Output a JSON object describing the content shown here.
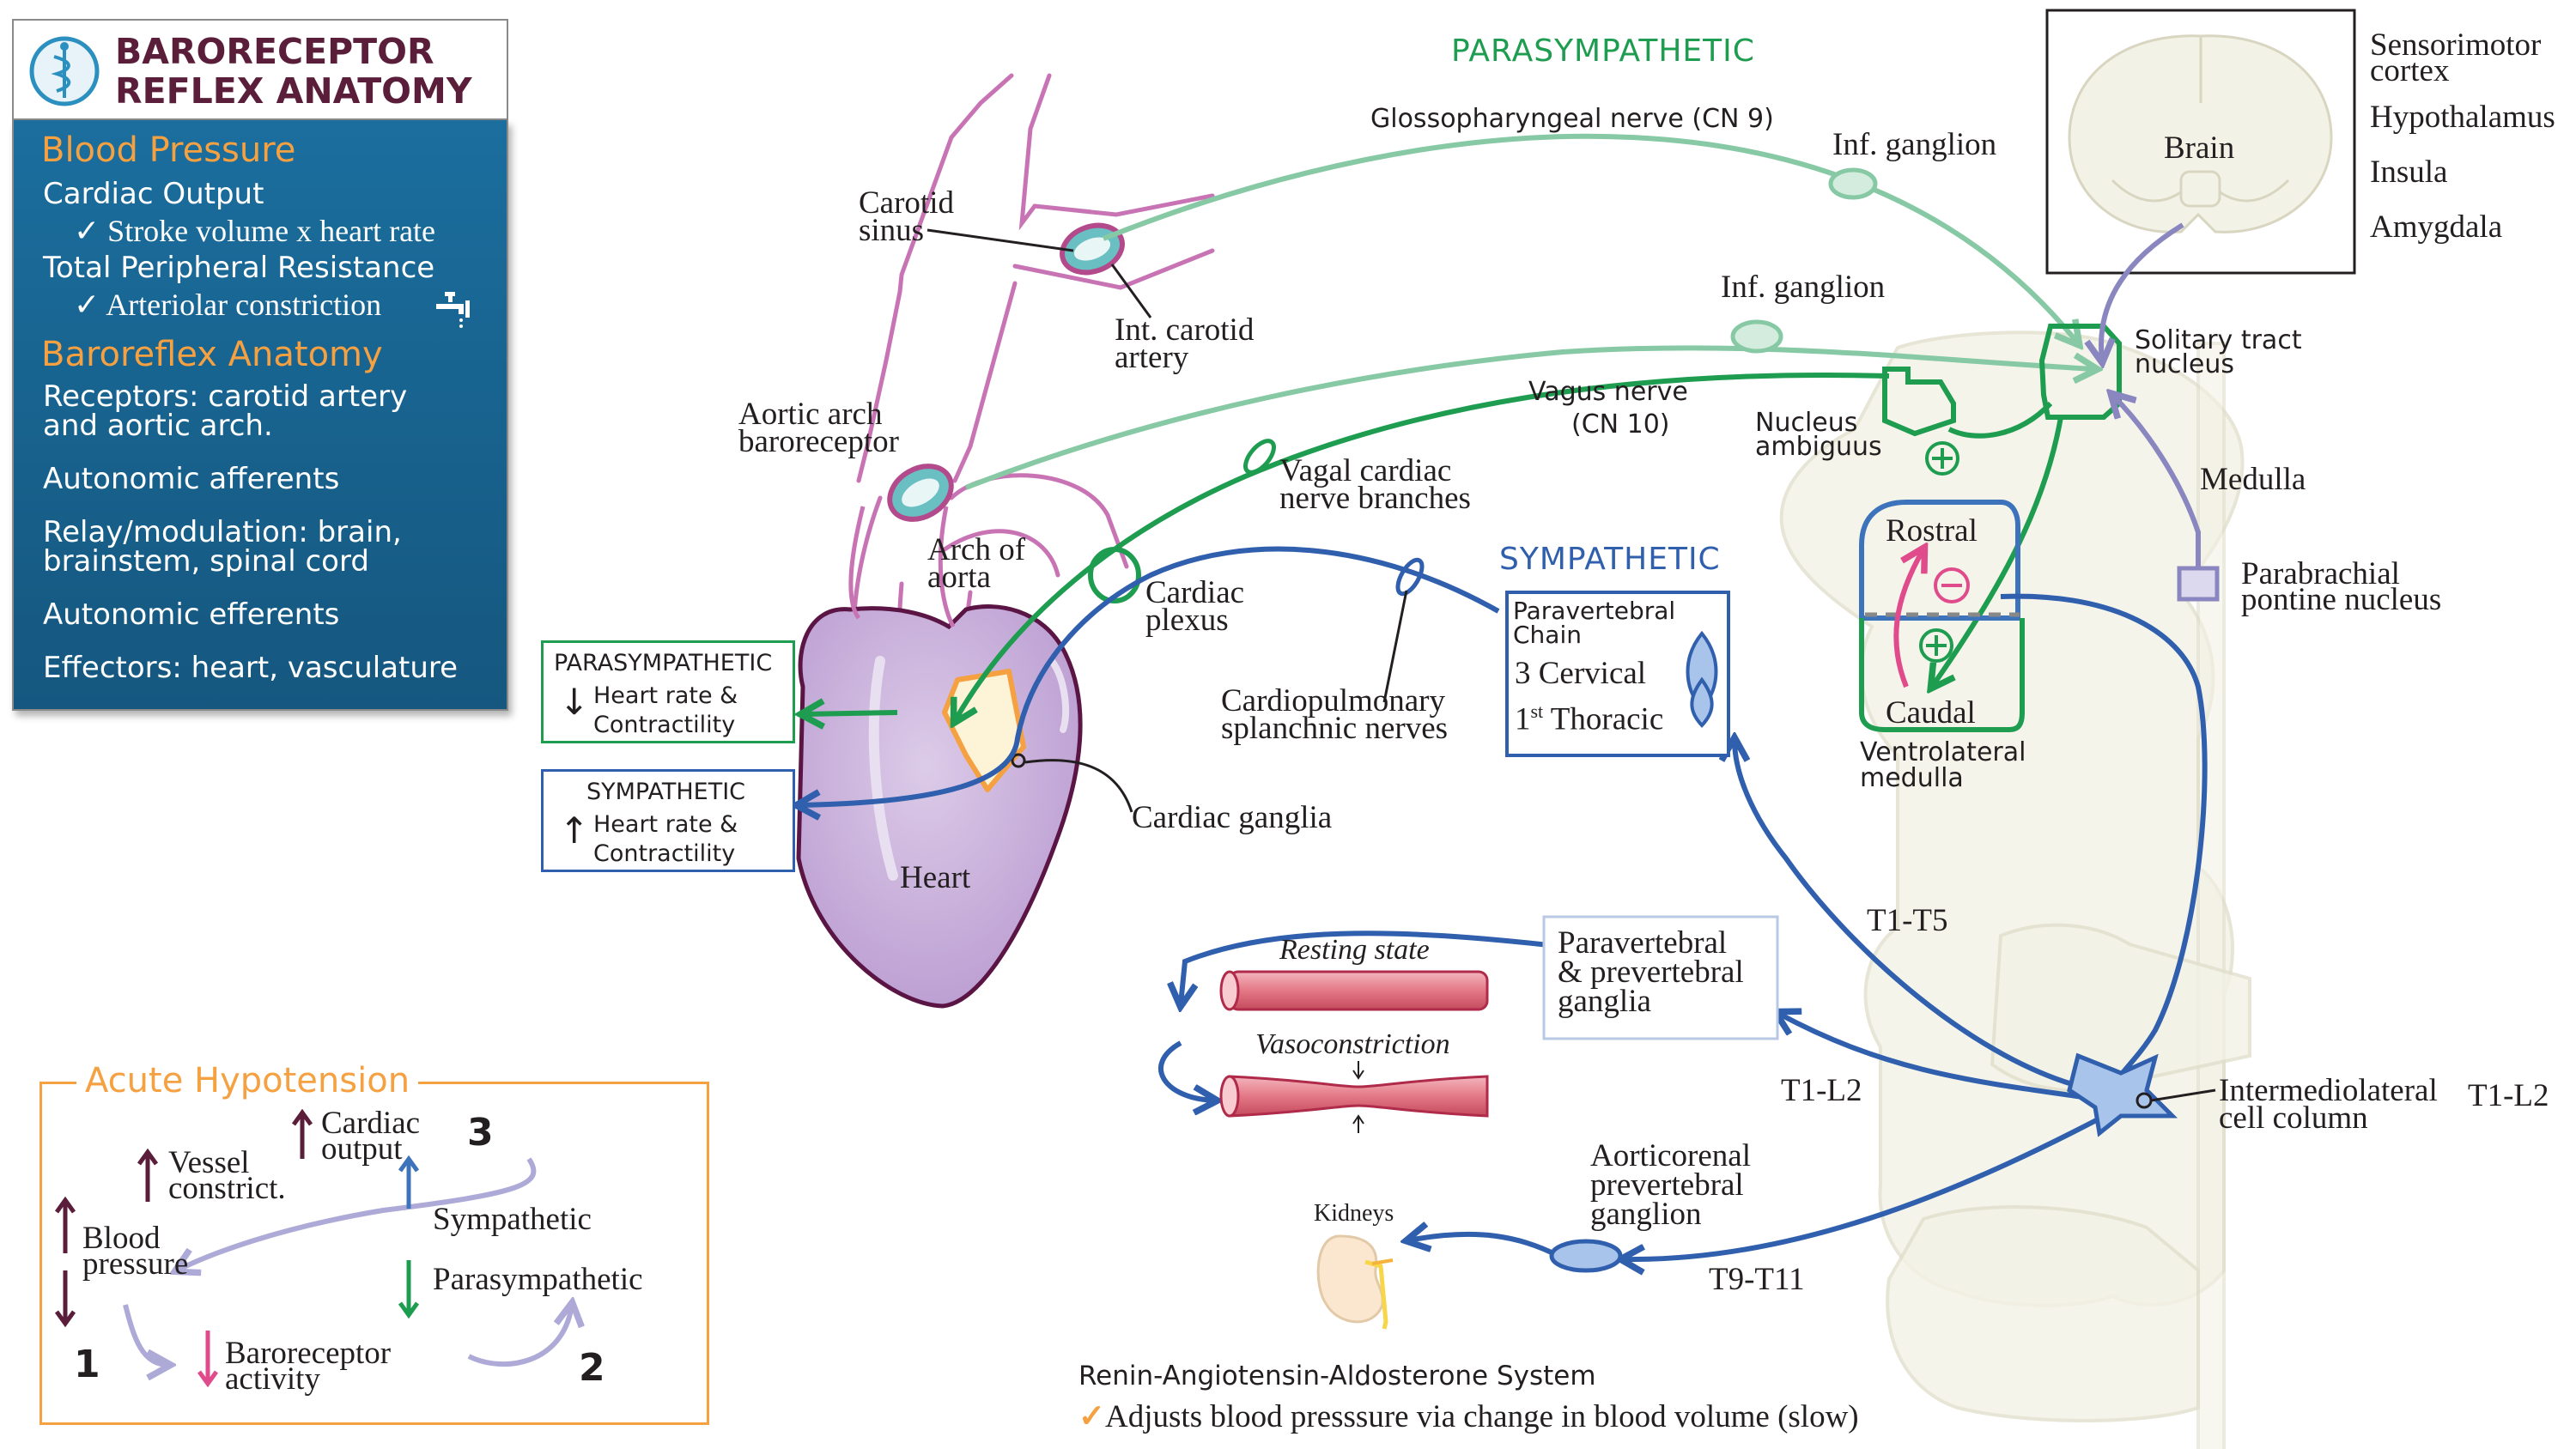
{
  "panel": {
    "title_line1": "BARORECEPTOR",
    "title_line2": "REFLEX ANATOMY",
    "blood_pressure_heading": "Blood Pressure",
    "cardiac_output": "Cardiac Output",
    "stroke_volume": "Stroke volume x heart rate",
    "tpr": "Total Peripheral Resistance",
    "arteriolar": "Arteriolar constriction",
    "baroreflex_heading": "Baroreflex Anatomy",
    "receptors_line1": "Receptors: carotid artery",
    "receptors_line2": "and aortic arch.",
    "afferents": "Autonomic afferents",
    "relay_line1": "Relay/modulation: brain,",
    "relay_line2": "brainstem, spinal cord",
    "efferents": "Autonomic efferents",
    "effectors": "Effectors: heart, vasculature"
  },
  "colors": {
    "title_maroon": "#5b1e3a",
    "panel_blue": "#1b6e9e",
    "orange": "#f5a041",
    "parasympathetic_green": "#1e9c50",
    "light_green": "#86c9a4",
    "sympathetic_blue": "#2f5fad",
    "purple_nucleus": "#8a86c0",
    "pink_vessel": "#c874b4",
    "heart_purple": "#c9afdc",
    "heart_outline": "#5b1545"
  },
  "labels": {
    "parasympathetic_header": "PARASYMPATHETIC",
    "glossopharyngeal": "Glossopharyngeal nerve (CN 9)",
    "inf_ganglion_1": "Inf. ganglion",
    "inf_ganglion_2": "Inf. ganglion",
    "carotid_sinus_1": "Carotid",
    "carotid_sinus_2": "sinus",
    "int_carotid_1": "Int. carotid",
    "int_carotid_2": "artery",
    "aortic_arch_baro_1": "Aortic arch",
    "aortic_arch_baro_2": "baroreceptor",
    "arch_of_aorta_1": "Arch of",
    "arch_of_aorta_2": "aorta",
    "vagus_1": "Vagus nerve",
    "vagus_2": "(CN 10)",
    "vagal_branches_1": "Vagal cardiac",
    "vagal_branches_2": "nerve branches",
    "nucleus_ambiguus_1": "Nucleus",
    "nucleus_ambiguus_2": "ambiguus",
    "solitary_1": "Solitary tract",
    "solitary_2": "nucleus",
    "brain": "Brain",
    "sensorimotor_1": "Sensorimotor",
    "sensorimotor_2": "cortex",
    "hypothalamus": "Hypothalamus",
    "insula": "Insula",
    "amygdala": "Amygdala",
    "medulla": "Medulla",
    "parabrachial_1": "Parabrachial",
    "parabrachial_2": "pontine nucleus",
    "rostral": "Rostral",
    "caudal": "Caudal",
    "ventrolateral_1": "Ventrolateral",
    "ventrolateral_2": "medulla",
    "sympathetic_header": "SYMPATHETIC",
    "paravertebral_chain_1": "Paravertebral",
    "paravertebral_chain_2": "Chain",
    "cervical": "3 Cervical",
    "thoracic_1": "1",
    "thoracic_sup": "st",
    "thoracic_2": " Thoracic",
    "cardiac_plexus_1": "Cardiac",
    "cardiac_plexus_2": "plexus",
    "cardiopulmonary_1": "Cardiopulmonary",
    "cardiopulmonary_2": "splanchnic nerves",
    "cardiac_ganglia": "Cardiac ganglia",
    "heart": "Heart",
    "t1_t5": "T1-T5",
    "t1_l2_left": "T1-L2",
    "t1_l2_right": "T1-L2",
    "t9_t11": "T9-T11",
    "paraprevert_1": "Paravertebral",
    "paraprevert_2": "& prevertebral",
    "paraprevert_3": "ganglia",
    "resting_state": "Resting state",
    "vasoconstriction": "Vasoconstriction",
    "intermediolateral_1": "Intermediolateral",
    "intermediolateral_2": "cell column",
    "aorticorenal_1": "Aorticorenal",
    "aorticorenal_2": "prevertebral",
    "aorticorenal_3": "ganglion",
    "kidneys": "Kidneys",
    "raas": "Renin-Angiotensin-Aldosterone System",
    "raas_note": "Adjusts blood presssure via change in blood volume (slow)"
  },
  "effect_boxes": {
    "para_header": "PARASYMPATHETIC",
    "para_line1": "Heart rate &",
    "para_line2": "Contractility",
    "symp_header": "SYMPATHETIC",
    "symp_line1": "Heart rate &",
    "symp_line2": "Contractility"
  },
  "hypotension": {
    "title": "Acute Hypotension",
    "cardiac_output_1": "Cardiac",
    "cardiac_output_2": "output",
    "vessel_1": "Vessel",
    "vessel_2": "constrict.",
    "blood_1": "Blood",
    "blood_2": "pressure",
    "sympathetic": "Sympathetic",
    "parasympathetic": "Parasympathetic",
    "baroreceptor_1": "Baroreceptor",
    "baroreceptor_2": "activity",
    "step1": "1",
    "step2": "2",
    "step3": "3"
  }
}
